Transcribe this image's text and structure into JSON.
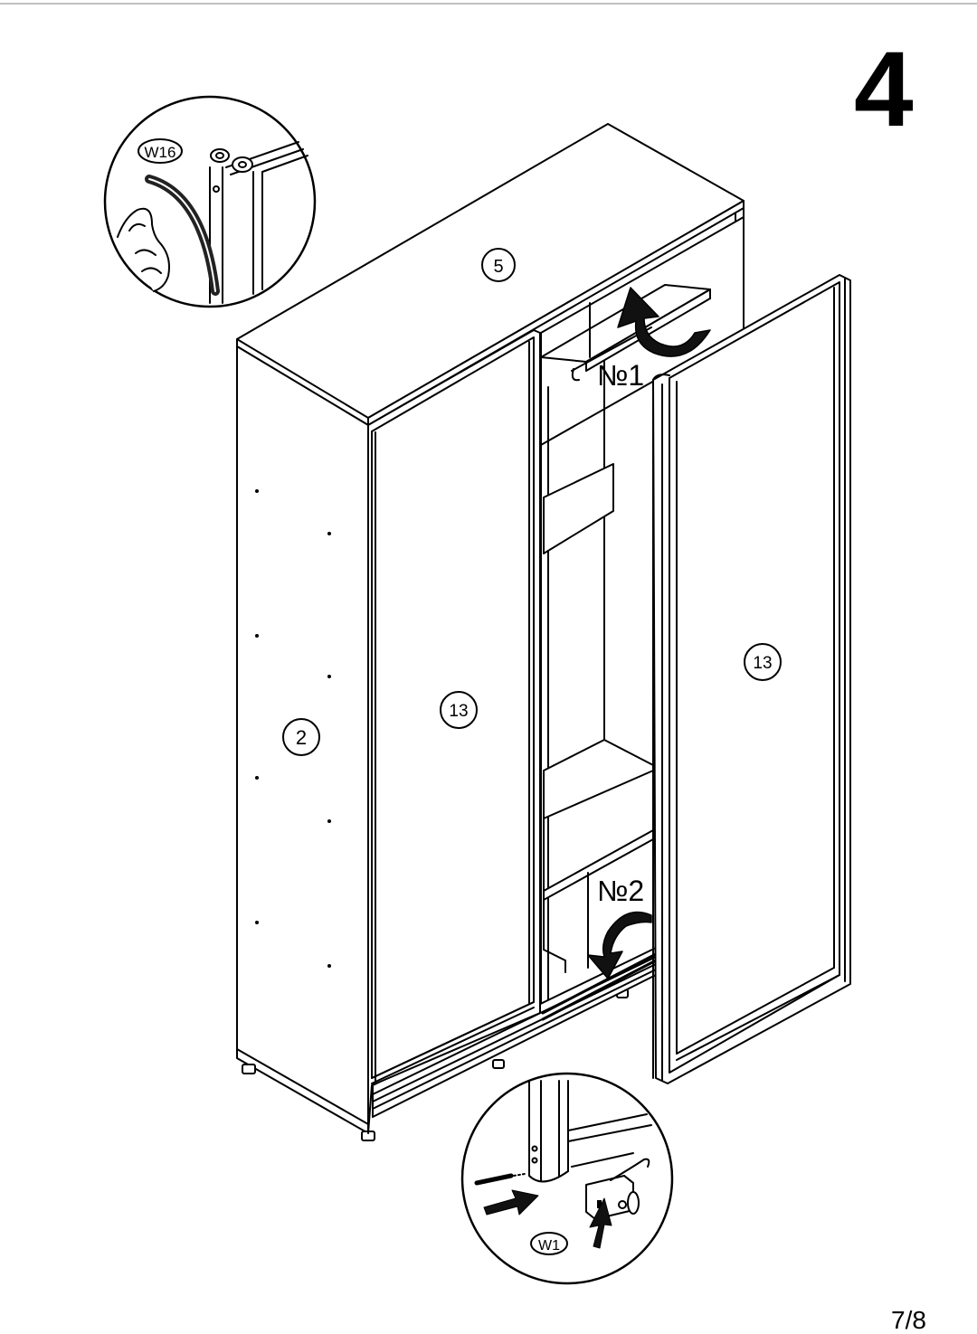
{
  "step_number": "4",
  "page_number": "7/8",
  "labels": {
    "top_panel": "5",
    "side_panel": "2",
    "left_door": "13",
    "right_door": "13",
    "order_1": "№1",
    "order_2": "№2",
    "detail_top_part": "W16",
    "detail_bottom_part": "W1"
  }
}
